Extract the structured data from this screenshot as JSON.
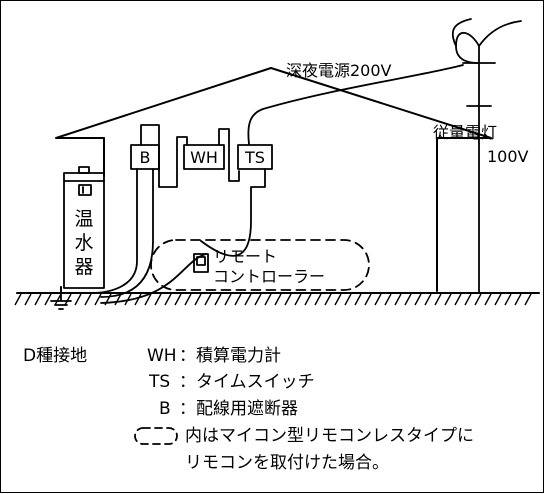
{
  "labels": {
    "late_night_power": "深夜電源200V",
    "metered_light": "従量電灯",
    "metered_light_v": "100V",
    "box_b": "B",
    "box_wh": "WH",
    "box_ts": "TS",
    "heater_chars": [
      "温",
      "水",
      "器"
    ],
    "remote_line1": "リモート",
    "remote_line2": "コントローラー"
  },
  "legend": {
    "ground": "D種接地",
    "wh_key": "WH",
    "wh_desc": "：積算電力計",
    "ts_key": "TS",
    "ts_desc": "：タイムスイッチ",
    "b_key": "B",
    "b_desc": "：配線用遮断器",
    "note_line1": "内はマイコン型リモコンレスタイプに",
    "note_line2": "リモコンを取付けた場合。"
  }
}
